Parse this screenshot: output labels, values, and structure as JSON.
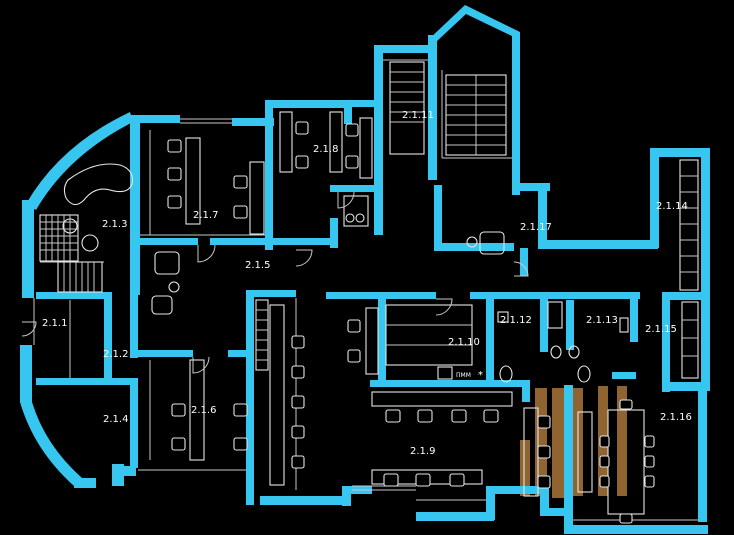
{
  "rooms": [
    {
      "id": "2.1.1",
      "label": "2.1.1"
    },
    {
      "id": "2.1.2",
      "label": "2.1.2"
    },
    {
      "id": "2.1.3",
      "label": "2.1.3"
    },
    {
      "id": "2.1.4",
      "label": "2.1.4"
    },
    {
      "id": "2.1.5",
      "label": "2.1.5"
    },
    {
      "id": "2.1.6",
      "label": "2.1.6"
    },
    {
      "id": "2.1.7",
      "label": "2.1.7"
    },
    {
      "id": "2.1.8",
      "label": "2.1.8"
    },
    {
      "id": "2.1.9",
      "label": "2.1.9"
    },
    {
      "id": "2.1.10",
      "label": "2.1.10"
    },
    {
      "id": "2.1.11",
      "label": "2.1.11"
    },
    {
      "id": "2.1.12",
      "label": "2.1.12"
    },
    {
      "id": "2.1.13",
      "label": "2.1.13"
    },
    {
      "id": "2.1.14",
      "label": "2.1.14"
    },
    {
      "id": "2.1.15",
      "label": "2.1.15"
    },
    {
      "id": "2.1.16",
      "label": "2.1.16"
    },
    {
      "id": "2.1.17",
      "label": "2.1.17"
    }
  ],
  "appliance_label": "ПММ",
  "colors": {
    "walls": "#37c6f0",
    "highlight": "#b07a3c",
    "background": "#000000",
    "furniture": "#e6e6e6"
  }
}
